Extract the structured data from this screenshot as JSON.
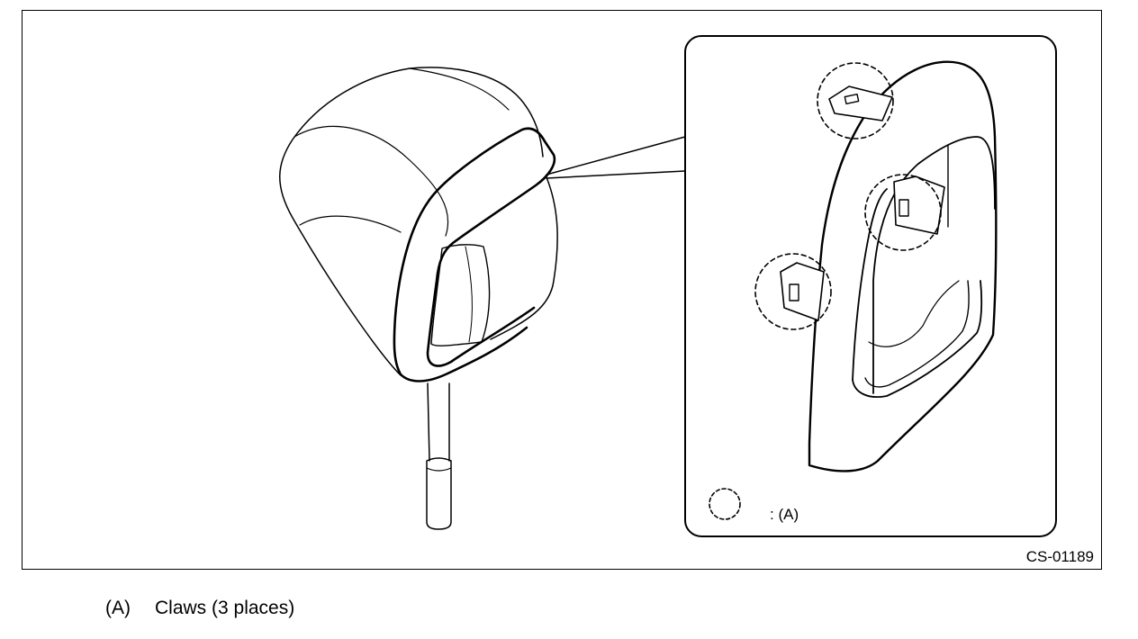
{
  "figure": {
    "id": "CS-01189",
    "legend_text": ": (A)"
  },
  "caption": {
    "key": "(A)",
    "text": "Claws (3 places)"
  }
}
